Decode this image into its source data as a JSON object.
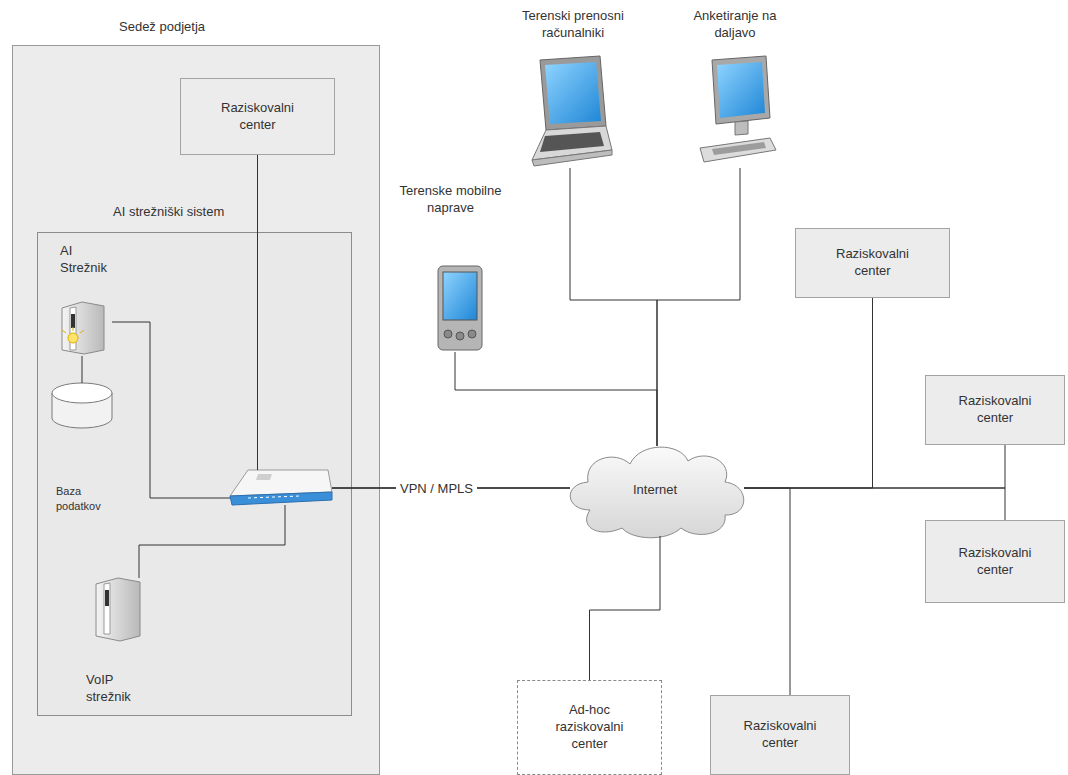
{
  "diagram": {
    "nodes": [
      {
        "text": [
          "Sedež podjetja"
        ]
      },
      {
        "text": [
          "Raziskovalni center"
        ],
        "in": 0
      },
      {
        "text": [
          "AI strežniški sistem"
        ],
        "in": 0
      },
      {
        "text": [
          "AI Strežnik"
        ],
        "in": 2
      },
      {
        "text": [
          "Baza podatkov"
        ],
        "in": 2
      },
      {
        "text": [
          "VoIP strežnik"
        ],
        "in": 2
      },
      {
        "text": [
          "Terenski prenosni računalniki"
        ]
      },
      {
        "text": [
          "Anketiranje na daljavo"
        ]
      },
      {
        "text": [
          "Terenske mobilne naprave"
        ]
      },
      {
        "text": [
          "Internet"
        ]
      },
      {
        "text": [
          "Raziskovalni center"
        ]
      },
      {
        "text": [
          "Raziskovalni center"
        ]
      },
      {
        "text": [
          "Raziskovalni center"
        ]
      },
      {
        "text": [
          "Ad-hoc raziskovalni center"
        ]
      },
      {
        "text": [
          "Raziskovalni center"
        ]
      }
    ],
    "edges": [
      {
        "from": 3,
        "to": 4,
        "arrow": "none"
      },
      {
        "from": 1,
        "to": 9,
        "arrow": "none"
      },
      {
        "from": 3,
        "to": 9,
        "arrow": "none"
      },
      {
        "from": 5,
        "to": 9,
        "arrow": "none"
      },
      {
        "from": 6,
        "to": 9,
        "arrow": "none"
      },
      {
        "from": 7,
        "to": 9,
        "arrow": "none"
      },
      {
        "from": 8,
        "to": 9,
        "arrow": "none"
      },
      {
        "from": 9,
        "to": 10,
        "arrow": "none"
      },
      {
        "from": 9,
        "to": 11,
        "arrow": "none"
      },
      {
        "from": 9,
        "to": 12,
        "arrow": "none"
      },
      {
        "from": 9,
        "to": 13,
        "arrow": "none"
      },
      {
        "from": 9,
        "to": 14,
        "arrow": "none"
      }
    ],
    "labels": [
      "VPN / MPLS"
    ]
  }
}
